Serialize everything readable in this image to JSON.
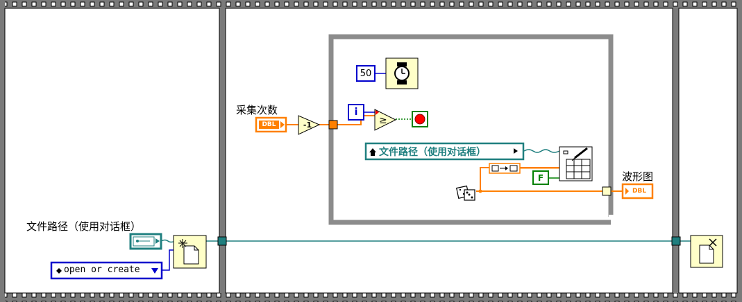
{
  "colors": {
    "frame_gray": "#8c8c8c",
    "orange_wire": "#ff8000",
    "teal_wire": "#1f7f7f",
    "blue_wire": "#0000cc",
    "green_wire": "#008000",
    "pale_yellow": "#ffffc8"
  },
  "left_frame": {
    "path_label": "文件路径（使用对话框）",
    "operation_value": "open or create"
  },
  "middle_frame": {
    "count_label": "采集次数",
    "count_terminal": "DBL",
    "decrement_label": "-1",
    "wait_ms": "50",
    "iteration_label": "i",
    "path_local_variable": "文件路径（使用对话框）",
    "boolean_constant": "F",
    "waveform_label": "波形图",
    "waveform_terminal": "DBL"
  },
  "icons": [
    "open-file-icon",
    "close-file-icon",
    "wait-ms-icon",
    "stop-terminal-icon",
    "write-spreadsheet-icon",
    "random-number-icon",
    "greater-or-equal-icon",
    "decrement-icon"
  ]
}
